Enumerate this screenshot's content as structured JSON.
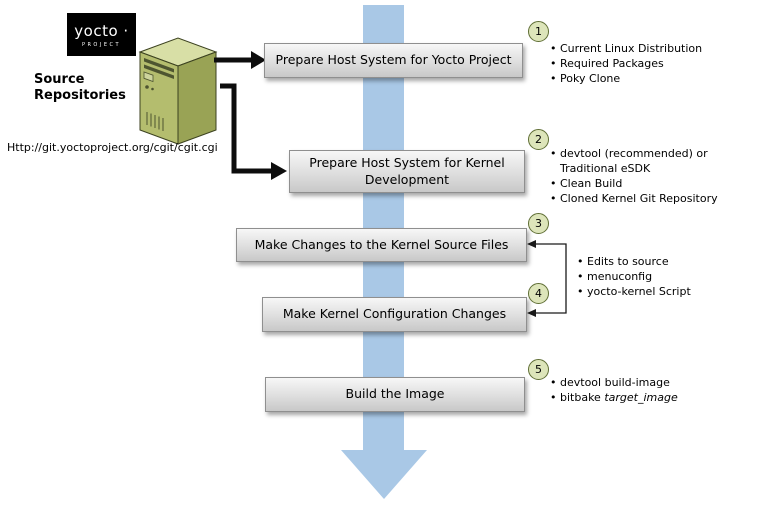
{
  "logo": {
    "brand": "yocto ·",
    "sub": "PROJECT"
  },
  "source": {
    "line1": "Source",
    "line2": "Repositories",
    "url": "Http://git.yoctoproject.org/cgit/cgit.cgi"
  },
  "boxes": {
    "step1": "Prepare Host System for Yocto Project",
    "step2": "Prepare Host System for Kernel Development",
    "step3": "Make Changes to the Kernel Source Files",
    "step4": "Make Kernel Configuration Changes",
    "step5": "Build the Image"
  },
  "badges": {
    "step1": "1",
    "step2": "2",
    "step3": "3",
    "step4": "4",
    "step5": "5"
  },
  "bullets": {
    "step1": [
      "Current Linux Distribution",
      "Required Packages",
      "Poky Clone"
    ],
    "step2": [
      "devtool (recommended) or Traditional eSDK",
      "Clean Build",
      "Cloned Kernel Git Repository"
    ],
    "step3_4": [
      "Edits to source",
      "menuconfig",
      "yocto-kernel Script"
    ],
    "step5_line1": "devtool build-image",
    "step5_line2_prefix": "bitbake ",
    "step5_line2_italic": "target_image"
  },
  "colors": {
    "flow_arrow_blue": "#a9c8e6",
    "box_gradient_top": "#f7f7f7",
    "box_gradient_bottom": "#c8c8c8",
    "badge_fill": "#dde5ba",
    "badge_border": "#5f6e35",
    "server_top": "#d8dfa6",
    "server_front": "#b4bd6e",
    "server_side": "#99a355",
    "logo_background": "#000000"
  }
}
